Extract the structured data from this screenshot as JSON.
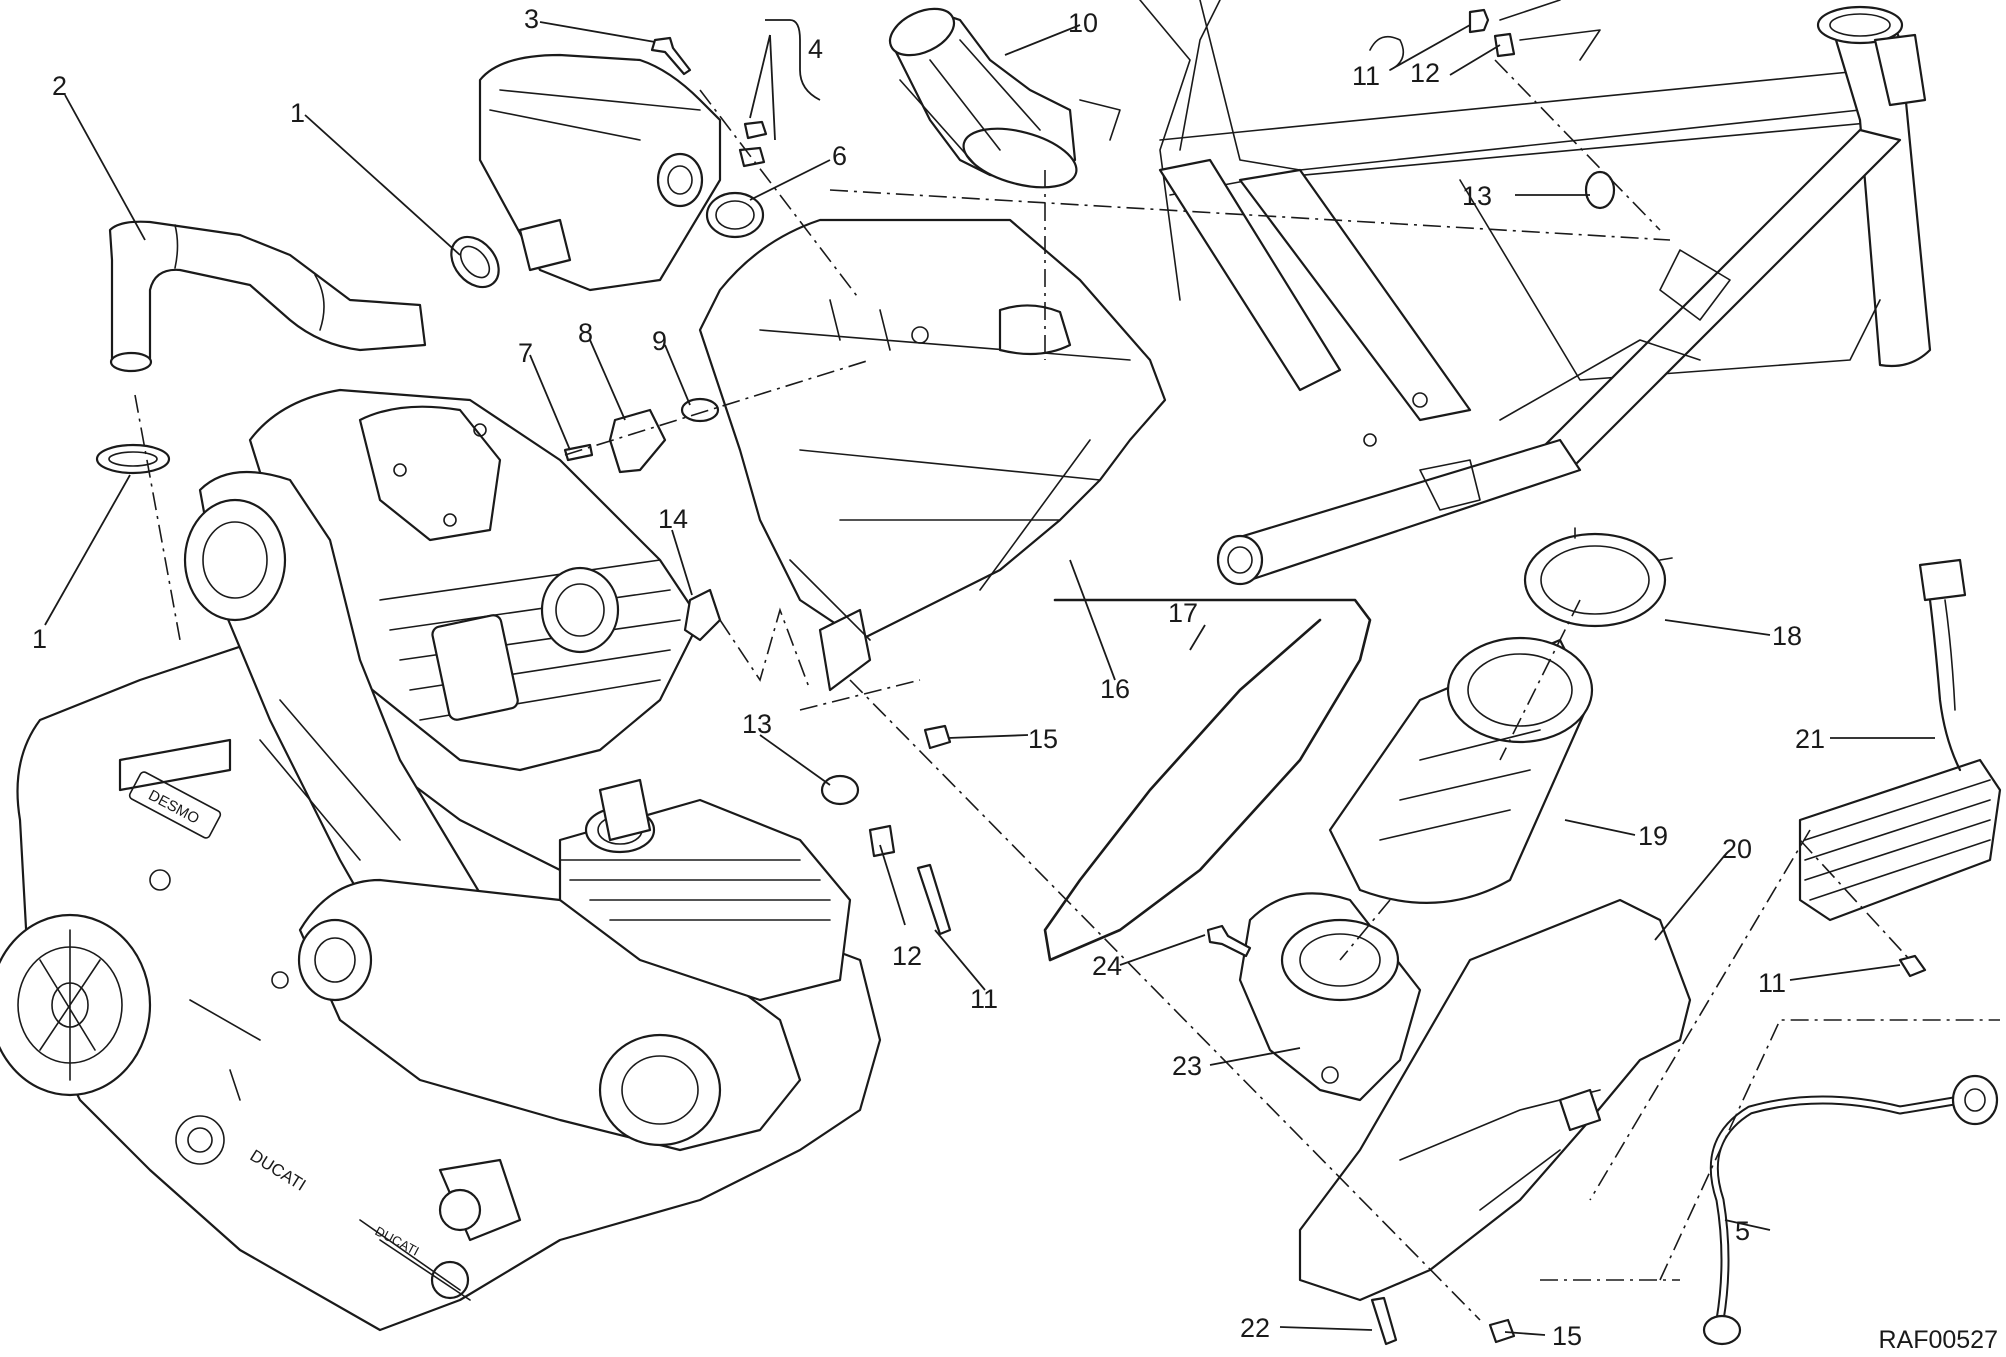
{
  "drawing": {
    "reference_code": "RAF00527",
    "callouts": {
      "c1a": "1",
      "c1b": "1",
      "c2": "2",
      "c3": "3",
      "c4": "4",
      "c5": "5",
      "c6": "6",
      "c7": "7",
      "c8": "8",
      "c9": "9",
      "c10": "10",
      "c11a": "11",
      "c11b": "11",
      "c11c": "11",
      "c12a": "12",
      "c12b": "12",
      "c13a": "13",
      "c13b": "13",
      "c14": "14",
      "c15a": "15",
      "c15b": "15",
      "c16": "16",
      "c17": "17",
      "c18": "18",
      "c19": "19",
      "c20": "20",
      "c21": "21",
      "c22": "22",
      "c23": "23",
      "c24": "24"
    },
    "engine_marks": {
      "brand_case": "DUCATI",
      "brand_lower": "DUCATI",
      "cover_badge": "DESMO"
    }
  }
}
